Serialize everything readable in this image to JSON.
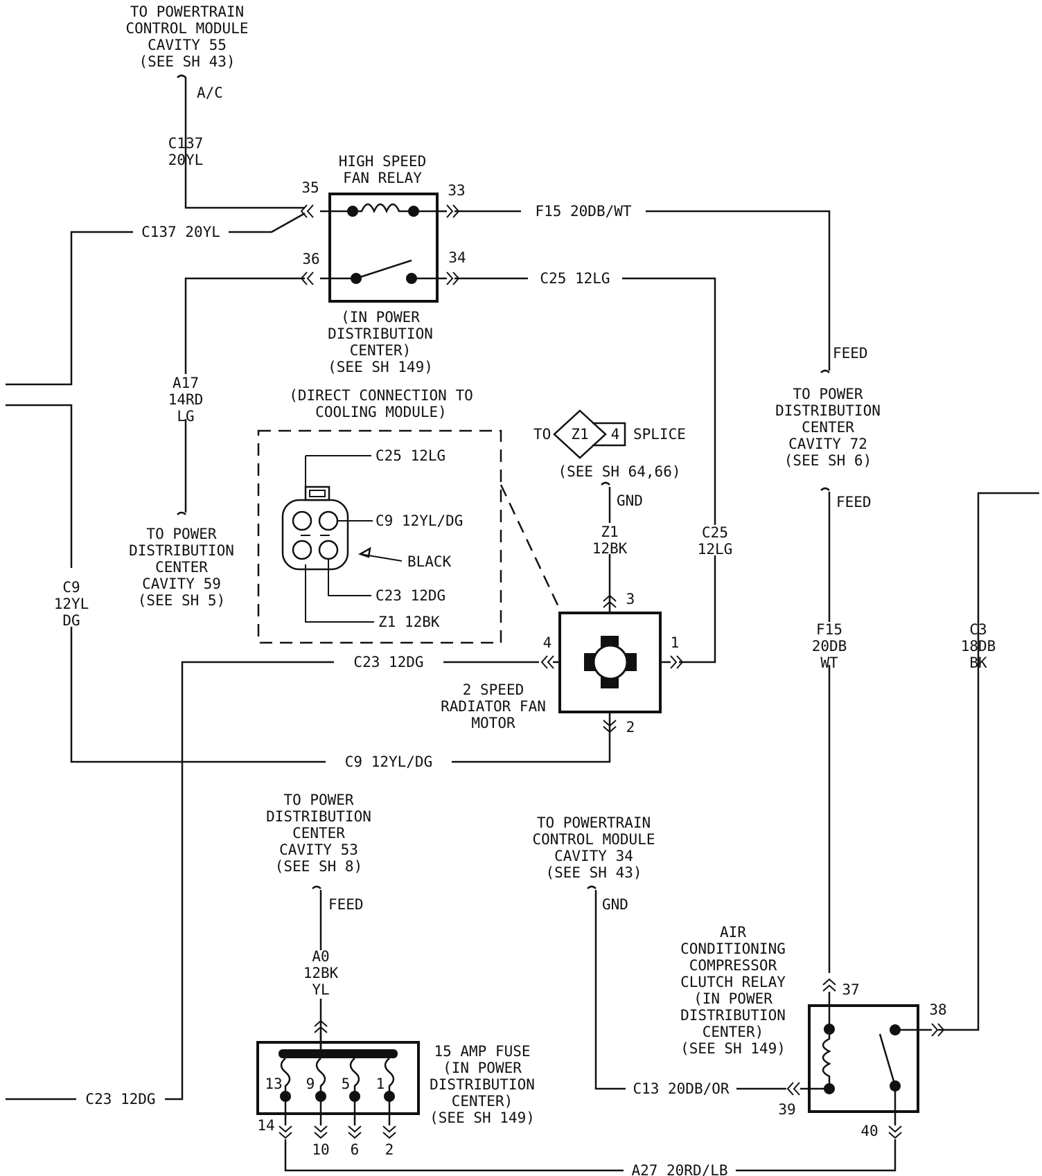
{
  "refs": {
    "pcm55": [
      "TO POWERTRAIN",
      "CONTROL MODULE",
      "CAVITY 55",
      "(SEE SH 43)"
    ],
    "pdc72": [
      "TO POWER",
      "DISTRIBUTION",
      "CENTER",
      "CAVITY 72",
      "(SEE SH 6)"
    ],
    "pdc59": [
      "TO POWER",
      "DISTRIBUTION",
      "CENTER",
      "CAVITY 59",
      "(SEE SH 5)"
    ],
    "pdc53": [
      "TO POWER",
      "DISTRIBUTION",
      "CENTER",
      "CAVITY 53",
      "(SEE SH 8)"
    ],
    "pcm34": [
      "TO POWERTRAIN",
      "CONTROL MODULE",
      "CAVITY 34",
      "(SEE SH 43)"
    ]
  },
  "signals": {
    "ac": "A/C",
    "feed": "FEED",
    "gnd": "GND"
  },
  "wires": {
    "c137_v": [
      "C137",
      "20YL"
    ],
    "c137_h": "C137 20YL",
    "f15_h": "F15 20DB/WT",
    "c25_h": "C25 12LG",
    "a17_v": [
      "A17",
      "14RD",
      "LG"
    ],
    "c9_v": [
      "C9",
      "12YL",
      "DG"
    ],
    "z1_v": [
      "Z1",
      "12BK"
    ],
    "c25_v": [
      "C25",
      "12LG"
    ],
    "f15_v": [
      "F15",
      "20DB",
      "WT"
    ],
    "c3_v": [
      "C3",
      "18DB",
      "BK"
    ],
    "c23_h": "C23 12DG",
    "c9_h": "C9 12YL/DG",
    "a0_v": [
      "A0",
      "12BK",
      "YL"
    ],
    "c13_h": "C13 20DB/OR",
    "c23_bottom": "C23 12DG",
    "a27_h": "A27 20RD/LB"
  },
  "high_speed_fan_relay": {
    "title": [
      "HIGH SPEED",
      "FAN RELAY"
    ],
    "location": [
      "(IN POWER",
      "DISTRIBUTION",
      "CENTER)",
      "(SEE SH 149)"
    ],
    "pins": {
      "p33": "33",
      "p34": "34",
      "p35": "35",
      "p36": "36"
    }
  },
  "cooling_connector": {
    "title": [
      "(DIRECT CONNECTION TO",
      "COOLING MODULE)"
    ],
    "labels": {
      "c25": "C25 12LG",
      "c9": "C9 12YL/DG",
      "black": "BLACK",
      "c23": "C23 12DG",
      "z1": "Z1 12BK"
    }
  },
  "splice": {
    "to": "TO",
    "id": "Z1",
    "num": "4",
    "label": "SPLICE",
    "ref": "(SEE SH 64,66)"
  },
  "fan_motor": {
    "title": [
      "2 SPEED",
      "RADIATOR FAN",
      "MOTOR"
    ],
    "pins": {
      "p1": "1",
      "p2": "2",
      "p3": "3",
      "p4": "4"
    }
  },
  "fuse": {
    "title": [
      "15 AMP FUSE",
      "(IN POWER",
      "DISTRIBUTION",
      "CENTER)",
      "(SEE SH 149)"
    ],
    "top_pins": [
      "13",
      "9",
      "5",
      "1"
    ],
    "bottom_pins": [
      "14",
      "10",
      "6",
      "2"
    ]
  },
  "ac_relay": {
    "title": [
      "AIR",
      "CONDITIONING",
      "COMPRESSOR",
      "CLUTCH RELAY",
      "(IN POWER",
      "DISTRIBUTION",
      "CENTER)",
      "(SEE SH 149)"
    ],
    "pins": {
      "p37": "37",
      "p38": "38",
      "p39": "39",
      "p40": "40"
    }
  }
}
